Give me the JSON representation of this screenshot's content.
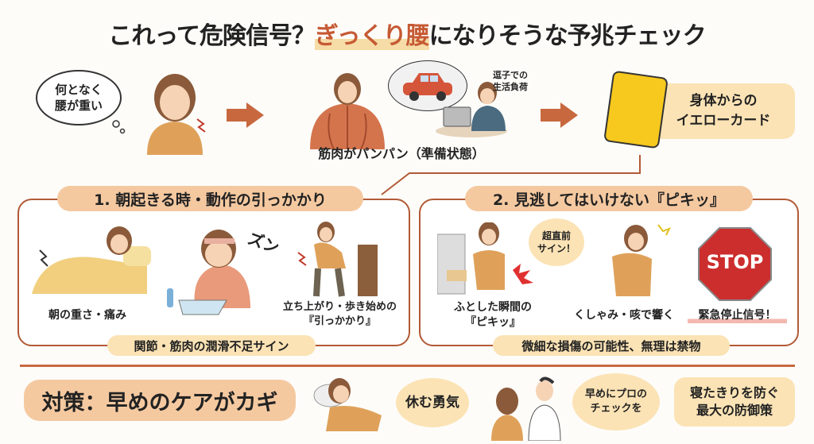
{
  "title": {
    "before": "これって危険信号？",
    "highlight": "ぎっくり腰",
    "after": "になりそうな予兆チェック"
  },
  "colors": {
    "accent": "#c65a34",
    "panel_border": "#b25a36",
    "header_pill": "#f5c9a0",
    "note_pill": "#fbe3b5",
    "card": "#f7c81e"
  },
  "top_row": {
    "thought_bubble": "何となく\n腰が重い",
    "muscle_caption": "筋肉がパンパン（準備状態）",
    "life_load_label": "逗子での\n生活負荷",
    "yellow_card_label": "身体からの\nイエローカード"
  },
  "section1": {
    "heading": "1. 朝起きる時・動作の引っかかり",
    "items": [
      {
        "caption": "朝の重さ・痛み"
      },
      {
        "caption": "ズン",
        "type": "sfx"
      },
      {
        "caption": "立ち上がり・歩き始めの\n『引っかかり』"
      }
    ],
    "footer": "関節・筋肉の潤滑不足サイン"
  },
  "section2": {
    "heading": "2. 見逃してはいけない『ピキッ』",
    "speech": "超直前\nサイン！",
    "items": [
      {
        "caption": "ふとした瞬間の\n『ピキッ』"
      },
      {
        "caption": "くしゃみ・咳で響く"
      },
      {
        "caption": "緊急停止信号！"
      }
    ],
    "stop_sign": "STOP",
    "footer": "微細な損傷の可能性、無理は禁物"
  },
  "countermeasure": {
    "heading": "対策：早めのケアがカギ",
    "rest_bubble": "休む勇気",
    "pro_bubble": "早めにプロの\nチェックを",
    "conclusion": "寝たきりを防ぐ\n最大の防御策"
  }
}
